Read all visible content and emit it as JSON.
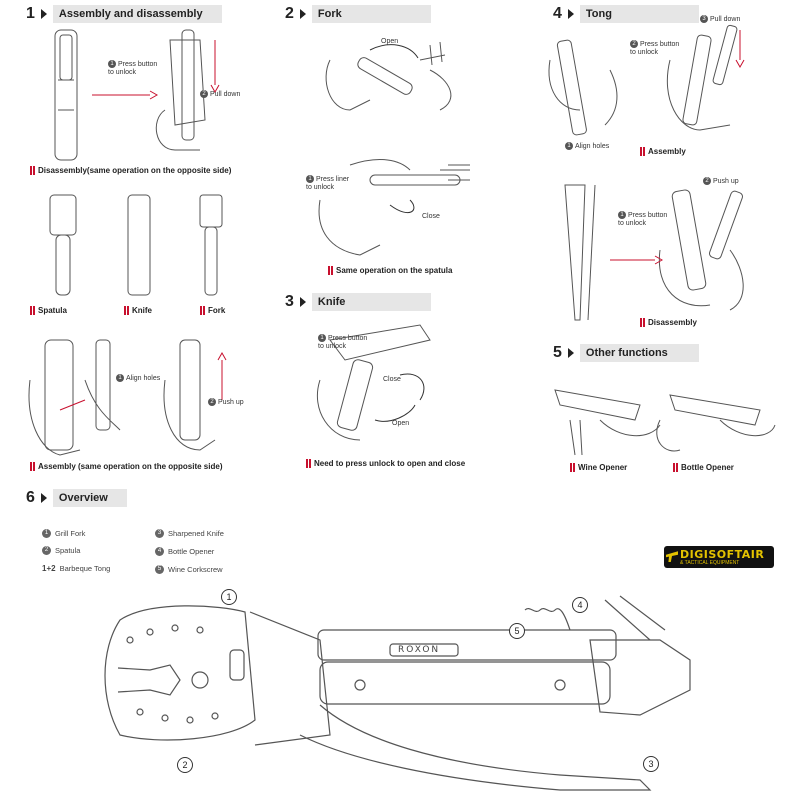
{
  "sections": {
    "s1": {
      "num": "1",
      "title": "Assembly and disassembly"
    },
    "s2": {
      "num": "2",
      "title": "Fork"
    },
    "s3": {
      "num": "3",
      "title": "Knife"
    },
    "s4": {
      "num": "4",
      "title": "Tong"
    },
    "s5": {
      "num": "5",
      "title": "Other functions"
    },
    "s6": {
      "num": "6",
      "title": "Overview"
    }
  },
  "section1": {
    "press_button": "Press button\nto unlock",
    "pull_down": "Pull down",
    "disassembly_caption": "Disassembly(same operation on the opposite side)",
    "spatula": "Spatula",
    "knife": "Knife",
    "fork": "Fork",
    "align_holes": "Align holes",
    "push_up": "Push up",
    "assembly_caption": "Assembly (same operation on the opposite side)"
  },
  "section2": {
    "open": "Open",
    "press_liner": "Press liner\nto unlock",
    "close": "Close",
    "caption": "Same operation on the spatula"
  },
  "section3": {
    "press_button": "Press button\nto unlock",
    "close": "Close",
    "open": "Open",
    "caption": "Need to press unlock to open and close"
  },
  "section4": {
    "press_button": "Press button\nto unlock",
    "pull_down": "Pull down",
    "align_holes": "Align holes",
    "assembly": "Assembly",
    "push_up": "Push up",
    "press_button2": "Press button\nto unlock",
    "disassembly": "Disassembly"
  },
  "section5": {
    "wine": "Wine Opener",
    "bottle": "Bottle Opener"
  },
  "overview": {
    "items": [
      {
        "n": "1",
        "label": "Grill Fork"
      },
      {
        "n": "2",
        "label": "Spatula"
      },
      {
        "n": "1+2",
        "label": "Barbeque Tong"
      },
      {
        "n": "3",
        "label": "Sharpened Knife"
      },
      {
        "n": "4",
        "label": "Bottle Opener"
      },
      {
        "n": "5",
        "label": "Wine Corkscrew"
      }
    ],
    "brand": "ROXON",
    "markers": [
      "1",
      "2",
      "3",
      "4",
      "5"
    ]
  },
  "logo": {
    "line1": "DIGISOFTAIR",
    "line2": "& TACTICAL EQUIPMENT"
  },
  "colors": {
    "accent": "#c8102e",
    "header_bg": "#e6e6e6",
    "logo_bg": "#111111",
    "logo_fg": "#e3c200"
  }
}
